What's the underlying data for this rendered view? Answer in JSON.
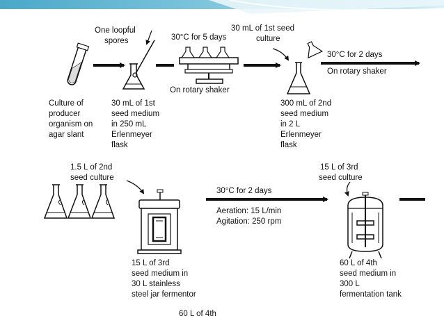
{
  "step1": {
    "top_label_line1": "One loopful",
    "top_label_line2": "spores",
    "caption": [
      "Culture of",
      "producer",
      "organism on",
      "agar slant"
    ]
  },
  "step2": {
    "caption": [
      "30 mL of 1st",
      "seed medium",
      "in 250 mL",
      "Erlenmeyer",
      "flask"
    ]
  },
  "shaker1": {
    "condition": "30°C for 5 days",
    "caption": "On rotary shaker"
  },
  "step3": {
    "top_label_line1": "30 mL of 1st seed",
    "top_label_line2": "culture",
    "caption": [
      "300 mL of 2nd",
      "seed medium",
      "in 2 L",
      "Erlenmeyer",
      "flask"
    ]
  },
  "arrow1": {
    "condition": "30°C for 2 days",
    "caption": "On rotary shaker"
  },
  "step4": {
    "top_label_line1": "1.5 L of 2nd",
    "top_label_line2": "seed culture",
    "caption": [
      "15 L of 3rd",
      "seed medium in",
      "30 L stainless",
      "steel jar fermentor"
    ]
  },
  "arrow2": {
    "condition": "30°C for 2 days",
    "aeration": "Aeration: 15 L/min",
    "agitation": "Agitation: 250 rpm"
  },
  "step5": {
    "top_label_line1": "15 L of 3rd",
    "top_label_line2": "seed culture",
    "caption": [
      "60 L of 4th",
      "seed medium in",
      "300 L",
      "fermentation tank"
    ]
  },
  "footer": {
    "text": "60 L of 4th"
  },
  "colors": {
    "band": "#4aa8c8",
    "band_light": "#bfe3ef",
    "ink": "#111111"
  }
}
